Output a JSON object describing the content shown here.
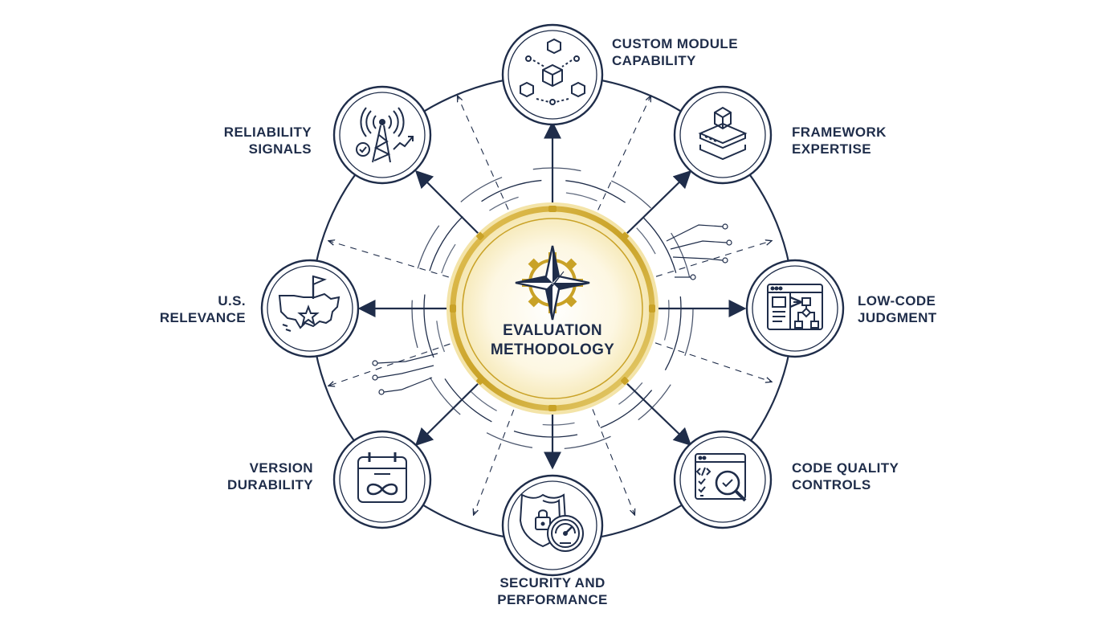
{
  "center": {
    "title_line1": "EVALUATION",
    "title_line2": "METHODOLOGY",
    "icon": "compass-gear-icon"
  },
  "nodes": [
    {
      "id": "custom-module",
      "line1": "CUSTOM MODULE",
      "line2": "CAPABILITY",
      "icon": "connected-cubes-icon"
    },
    {
      "id": "framework",
      "line1": "FRAMEWORK",
      "line2": "EXPERTISE",
      "icon": "stacked-layers-icon"
    },
    {
      "id": "low-code",
      "line1": "LOW-CODE",
      "line2": "JUDGMENT",
      "icon": "flowchart-window-icon"
    },
    {
      "id": "code-quality",
      "line1": "CODE QUALITY",
      "line2": "CONTROLS",
      "icon": "code-magnifier-icon"
    },
    {
      "id": "security",
      "line1": "SECURITY AND",
      "line2": "PERFORMANCE",
      "icon": "shield-speedometer-icon"
    },
    {
      "id": "version",
      "line1": "VERSION",
      "line2": "DURABILITY",
      "icon": "infinity-calendar-icon"
    },
    {
      "id": "us-relevance",
      "line1": "U.S.",
      "line2": "RELEVANCE",
      "icon": "us-map-flag-icon"
    },
    {
      "id": "reliability",
      "line1": "RELIABILITY",
      "line2": "SIGNALS",
      "icon": "signal-tower-icon"
    }
  ],
  "colors": {
    "navy": "#1f2d4a",
    "gold": "#c9a227",
    "gold_light": "#f3e3a6"
  }
}
